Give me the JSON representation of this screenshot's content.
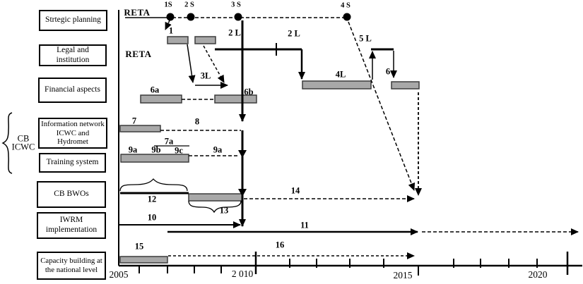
{
  "figure": {
    "reta_top": "RETA",
    "reta_mid": "RETA",
    "group": {
      "line1": "CB",
      "line2": "ICWC"
    }
  },
  "rows": [
    "Strtegic planning",
    "Legal and institution",
    "Financial aspects",
    "Information network ICWC and Hydromet",
    "Training system",
    "CB BWOs",
    "IWRM implementation",
    "Capacity building at the national level"
  ],
  "milestones": [
    "1S",
    "2 S",
    "3 S",
    "4 S"
  ],
  "labels": {
    "n1": "1",
    "n2l": "2 L",
    "n3l": "3L",
    "n4l": "4L",
    "n5l": "5 L",
    "n6": "6",
    "n6a": "6a",
    "n6b": "6b",
    "n7": "7",
    "n7a": "7a",
    "n8": "8",
    "n9a": "9a",
    "n9b": "9b",
    "n9c": "9c",
    "n10": "10",
    "n11": "11",
    "n12": "12",
    "n13": "13",
    "n14": "14",
    "n15": "15",
    "n16": "16"
  },
  "axis": {
    "years": [
      "2005",
      "2 010",
      "2015",
      "2020"
    ]
  },
  "colors": {
    "bar_fill": "#a8a8a8",
    "bar_border": "#3c3c3c",
    "ink": "#000000"
  }
}
